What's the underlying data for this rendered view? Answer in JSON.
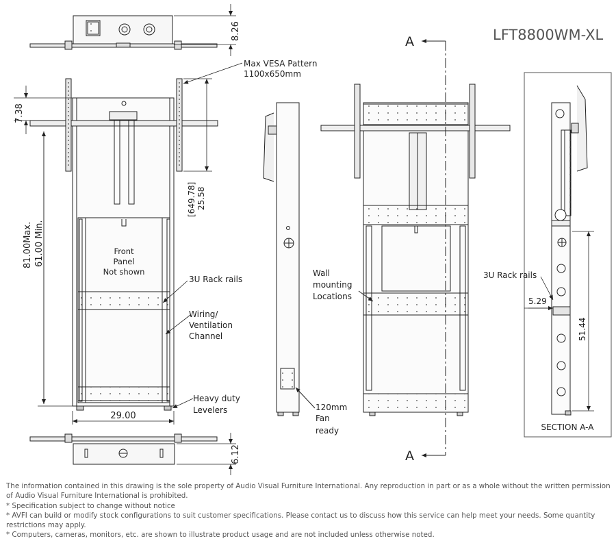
{
  "model": "LFT8800WM-XL",
  "section_marker": "A",
  "labels": {
    "vesa_line1": "Max VESA Pattern",
    "vesa_line2": "1100x650mm",
    "front_panel_line1": "Front",
    "front_panel_line2": "Panel",
    "front_panel_line3": "Not shown",
    "rack_rails": "3U Rack rails",
    "wiring_line1": "Wiring/",
    "wiring_line2": "Ventilation",
    "wiring_line3": "Channel",
    "levelers_line1": "Heavy duty",
    "levelers_line2": "Levelers",
    "wall_line1": "Wall",
    "wall_line2": "mounting",
    "wall_line3": "Locations",
    "fan_line1": "120mm",
    "fan_line2": "Fan",
    "fan_line3": "ready",
    "section_rack_rails": "3U Rack rails",
    "section_title": "SECTION A-A"
  },
  "dimensions": {
    "top_depth": "8.26",
    "top_offset": "7.38",
    "height_max": "81.00Max.",
    "height_min": "61.00 Min.",
    "travel_mm": "[649.78]",
    "travel_in": "25.58",
    "width": "29.00",
    "bottom_depth": "6.12",
    "rail_depth": "5.29",
    "rack_height": "51.44"
  },
  "footer": [
    "The information contained in this drawing is the sole property of Audio Visual Furniture International. Any reproduction in part or as a whole without the written permission of Audio Visual Furniture International is prohibited.",
    "* Specification subject to change without notice",
    "* AVFI can build or modify stock configurations to suit customer specifications. Please contact us to discuss how this service can help meet your needs. Some quantity restrictions may apply.",
    "* Computers, cameras, monitors, etc. are shown to illustrate product usage and are not included unless otherwise noted."
  ]
}
